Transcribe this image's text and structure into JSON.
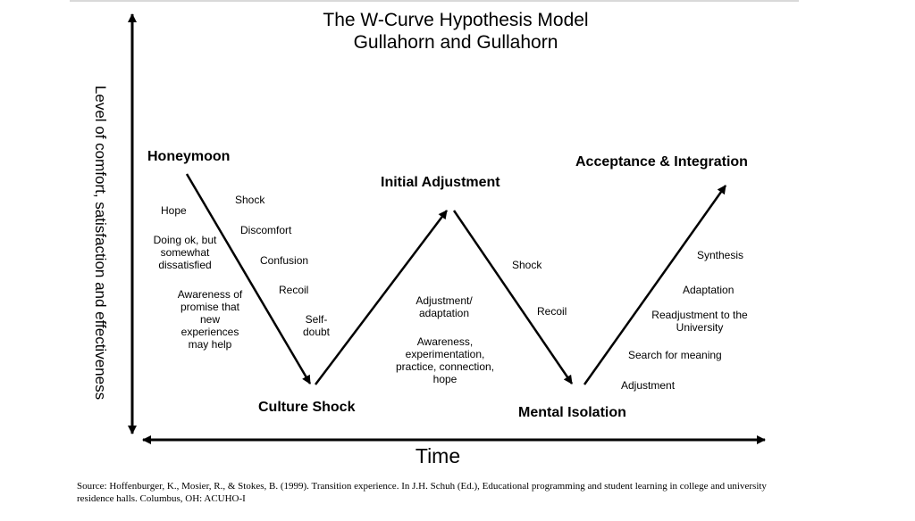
{
  "title": {
    "line1": "The W-Curve Hypothesis Model",
    "line2": "Gullahorn and Gullahorn"
  },
  "axes": {
    "y_label": "Level of comfort, satisfaction and effectiveness",
    "x_label": "Time"
  },
  "stages": {
    "honeymoon": "Honeymoon",
    "culture_shock": "Culture Shock",
    "initial_adjustment": "Initial Adjustment",
    "mental_isolation": "Mental Isolation",
    "acceptance": "Acceptance & Integration"
  },
  "notes": {
    "hope": "Hope",
    "doing_ok": "Doing ok, but\nsomewhat\ndissatisfied",
    "awareness_promise": "Awareness of\npromise that\nnew\nexperiences\nmay help",
    "shock1": "Shock",
    "discomfort": "Discomfort",
    "confusion": "Confusion",
    "recoil1": "Recoil",
    "self_doubt": "Self-\ndoubt",
    "adjustment_adaptation": "Adjustment/\nadaptation",
    "awareness_experimentation": "Awareness,\nexperimentation,\npractice, connection,\nhope",
    "shock2": "Shock",
    "recoil2": "Recoil",
    "synthesis": "Synthesis",
    "adaptation": "Adaptation",
    "readjustment": "Readjustment to the\nUniversity",
    "search_meaning": "Search for meaning",
    "adjustment": "Adjustment"
  },
  "source": "Source: Hoffenburger, K., Mosier, R., & Stokes, B. (1999). Transition experience. In J.H. Schuh (Ed.), Educational programming and student learning in college and university residence halls. Columbus, OH: ACUHO-I"
}
